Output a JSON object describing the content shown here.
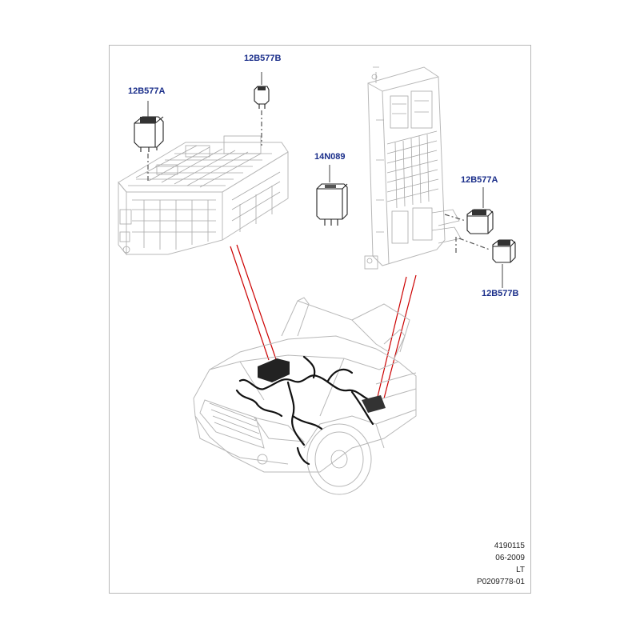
{
  "diagram": {
    "labels": {
      "relay_a_left": "12B577A",
      "relay_b_left": "12B577B",
      "module_center": "14N089",
      "relay_a_right": "12B577A",
      "relay_b_right": "12B577B"
    },
    "footer": {
      "line1": "4190115",
      "line2": "06-2009",
      "line3": "LT",
      "line4": "P0209778-01"
    },
    "colors": {
      "label_text": "#1a2e8a",
      "leader_red": "#cc0000",
      "outline_grey": "#b8b8b8"
    }
  }
}
